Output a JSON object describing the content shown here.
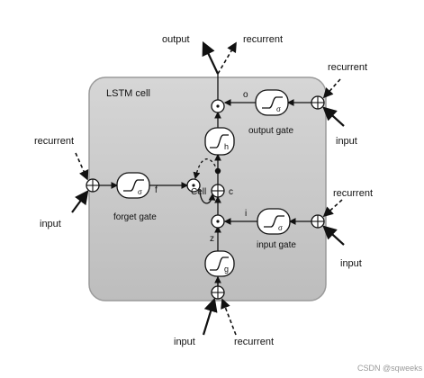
{
  "diagram": {
    "cell_title": "LSTM cell",
    "top_output": "output",
    "top_recurrent": "recurrent",
    "right_top_recurrent": "recurrent",
    "right_top_input": "input",
    "right_mid_recurrent": "recurrent",
    "right_mid_input": "input",
    "left_recurrent": "recurrent",
    "left_input": "input",
    "bottom_input": "input",
    "bottom_recurrent": "recurrent",
    "forget_gate": "forget gate",
    "output_gate": "output gate",
    "input_gate": "input gate",
    "cell_label": "Cell",
    "c_label": "c",
    "o_label": "o",
    "i_label": "i",
    "f_label": "f",
    "z_label": "z",
    "h_label": "h",
    "g_label": "g",
    "sigma": "σ",
    "watermark": "CSDN @sqweeks"
  },
  "colors": {
    "cell_fill": "#c9c9c9",
    "cell_stroke": "#9a9a9a",
    "line": "#111111",
    "node_fill": "#ffffff"
  }
}
